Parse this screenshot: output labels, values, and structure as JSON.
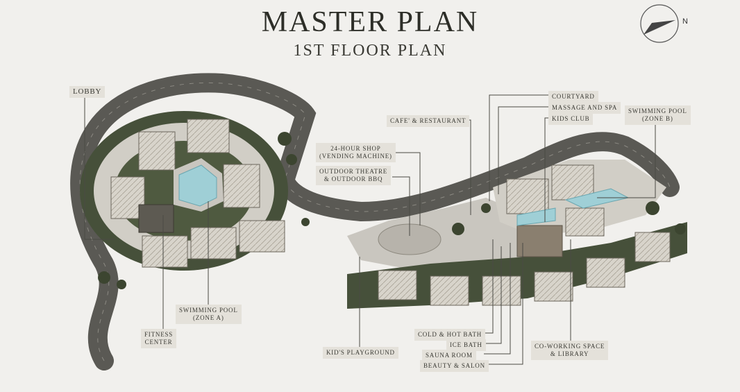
{
  "title": "MASTER PLAN",
  "subtitle": "1ST FLOOR PLAN",
  "compass": {
    "label": "N",
    "icon": "north-arrow-icon"
  },
  "labels": {
    "lobby": "LOBBY",
    "courtyard": "COURTYARD",
    "massage_spa": "MASSAGE AND SPA",
    "kids_club": "KIDS CLUB",
    "pool_b_line1": "SWIMMING POOL",
    "pool_b_line2": "(ZONE B)",
    "cafe": "CAFE' & RESTAURANT",
    "shop_line1": "24-HOUR SHOP",
    "shop_line2": "(VENDING MACHINE)",
    "theatre_line1": "OUTDOOR THEATRE",
    "theatre_line2": "& OUTDOOR BBQ",
    "pool_a_line1": "SWIMMING POOL",
    "pool_a_line2": "(ZONE A)",
    "fitness_line1": "FITNESS",
    "fitness_line2": "CENTER",
    "playground": "KID'S PLAYGROUND",
    "cold_hot_bath": "COLD & HOT BATH",
    "ice_bath": "ICE BATH",
    "sauna": "SAUNA ROOM",
    "beauty": "BEAUTY & SALON",
    "coworking_line1": "CO-WORKING SPACE",
    "coworking_line2": "& LIBRARY"
  },
  "colors": {
    "background": "#f1f0ed",
    "road": "#5a5954",
    "plaza": "#c9c6bf",
    "greenery": "#46503a",
    "pool_water": "#9fcfd6",
    "label_bg": "#e4e1da"
  }
}
